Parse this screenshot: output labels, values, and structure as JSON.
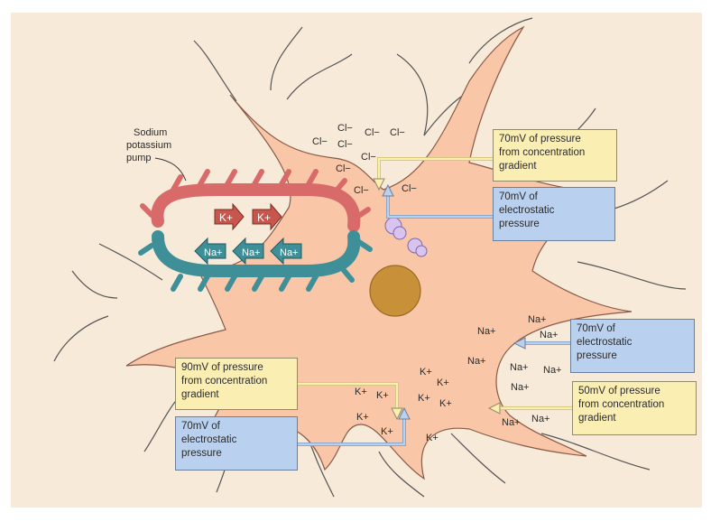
{
  "pump_label": [
    "Sodium",
    "potassium",
    "pump"
  ],
  "pump_ions": {
    "k": [
      "K+",
      "K+"
    ],
    "na": [
      "Na+",
      "Na+",
      "Na+"
    ]
  },
  "ions": {
    "cl": "Cl−",
    "na": "Na+",
    "k": "K+"
  },
  "boxes": {
    "cl_concentration": [
      "70mV of pressure",
      "from concentration",
      "gradient"
    ],
    "cl_electrostatic": [
      "70mV of",
      "electrostatic",
      "pressure"
    ],
    "na_electrostatic": [
      "70mV of",
      "electrostatic",
      "pressure"
    ],
    "na_concentration": [
      "50mV of pressure",
      "from concentration",
      "gradient"
    ],
    "k_concentration": [
      "90mV of pressure",
      "from concentration",
      "gradient"
    ],
    "k_electrostatic": [
      "70mV of",
      "electrostatic",
      "pressure"
    ]
  },
  "colors": {
    "background": "#f7ead9",
    "cell_body": "#f9c7a8",
    "nucleus": "#c9903a",
    "pump_red": "#d86a6a",
    "pump_teal": "#3e8f98",
    "box_yellow": "#fbeeb3",
    "box_blue": "#b9d0ef"
  }
}
